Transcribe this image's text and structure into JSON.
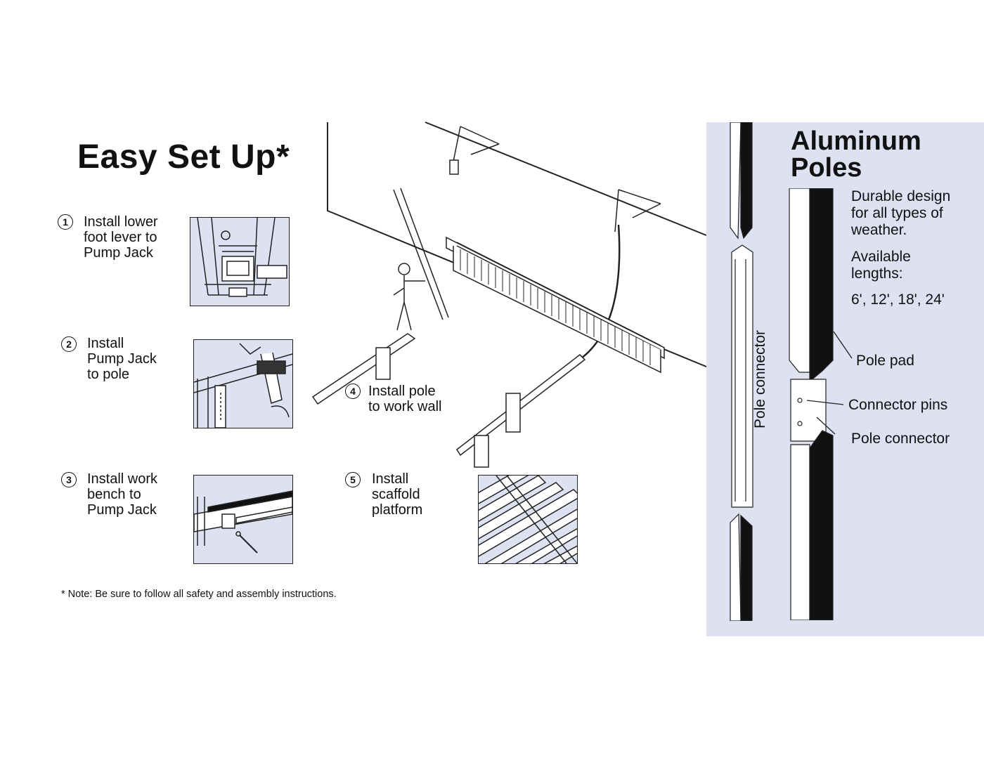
{
  "title": "Easy Set Up*",
  "steps": [
    {
      "num": "1",
      "text": "Install lower\nfoot lever to\nPump Jack"
    },
    {
      "num": "2",
      "text": "Install\nPump Jack\nto pole"
    },
    {
      "num": "3",
      "text": "Install work\nbench to\nPump Jack"
    },
    {
      "num": "4",
      "text": "Install pole\nto work wall"
    },
    {
      "num": "5",
      "text": "Install\nscaffold\nplatform"
    }
  ],
  "note": "* Note:  Be sure to follow all safety and assembly instructions.",
  "poles": {
    "title": "Aluminum\nPoles",
    "desc1": "Durable design\nfor all types of\nweather.",
    "desc2": "Available\nlengths:",
    "lengths": "6', 12', 18', 24'",
    "callouts": {
      "pole_pad": "Pole pad",
      "connector_pins": "Connector pins",
      "pole_connector": "Pole connector"
    },
    "vertical_label": "Pole connector"
  },
  "colors": {
    "panel_bg": "#dde1f1",
    "pole_black": "#111111"
  }
}
